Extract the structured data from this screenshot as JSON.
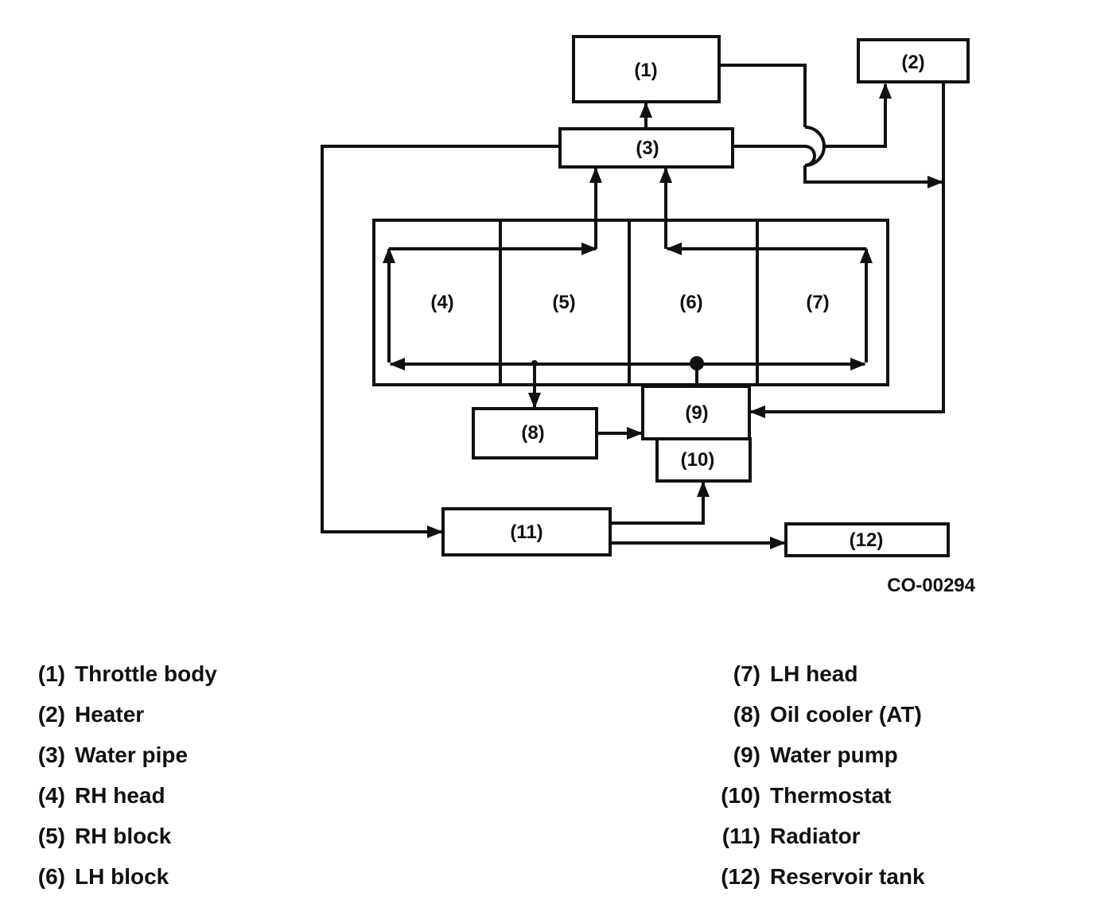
{
  "diagram": {
    "boxes": {
      "b1": "(1)",
      "b2": "(2)",
      "b3": "(3)",
      "b4": "(4)",
      "b5": "(5)",
      "b6": "(6)",
      "b7": "(7)",
      "b8": "(8)",
      "b9": "(9)",
      "b10": "(10)",
      "b11": "(11)",
      "b12": "(12)"
    },
    "figure_code": "CO-00294"
  },
  "legend": {
    "left": [
      {
        "num": "(1)",
        "text": "Throttle body"
      },
      {
        "num": "(2)",
        "text": "Heater"
      },
      {
        "num": "(3)",
        "text": "Water pipe"
      },
      {
        "num": "(4)",
        "text": "RH head"
      },
      {
        "num": "(5)",
        "text": "RH block"
      },
      {
        "num": "(6)",
        "text": "LH block"
      }
    ],
    "right": [
      {
        "num": "(7)",
        "text": "LH head"
      },
      {
        "num": "(8)",
        "text": "Oil cooler (AT)"
      },
      {
        "num": "(9)",
        "text": "Water pump"
      },
      {
        "num": "(10)",
        "text": "Thermostat"
      },
      {
        "num": "(11)",
        "text": "Radiator"
      },
      {
        "num": "(12)",
        "text": "Reservoir tank"
      }
    ]
  }
}
